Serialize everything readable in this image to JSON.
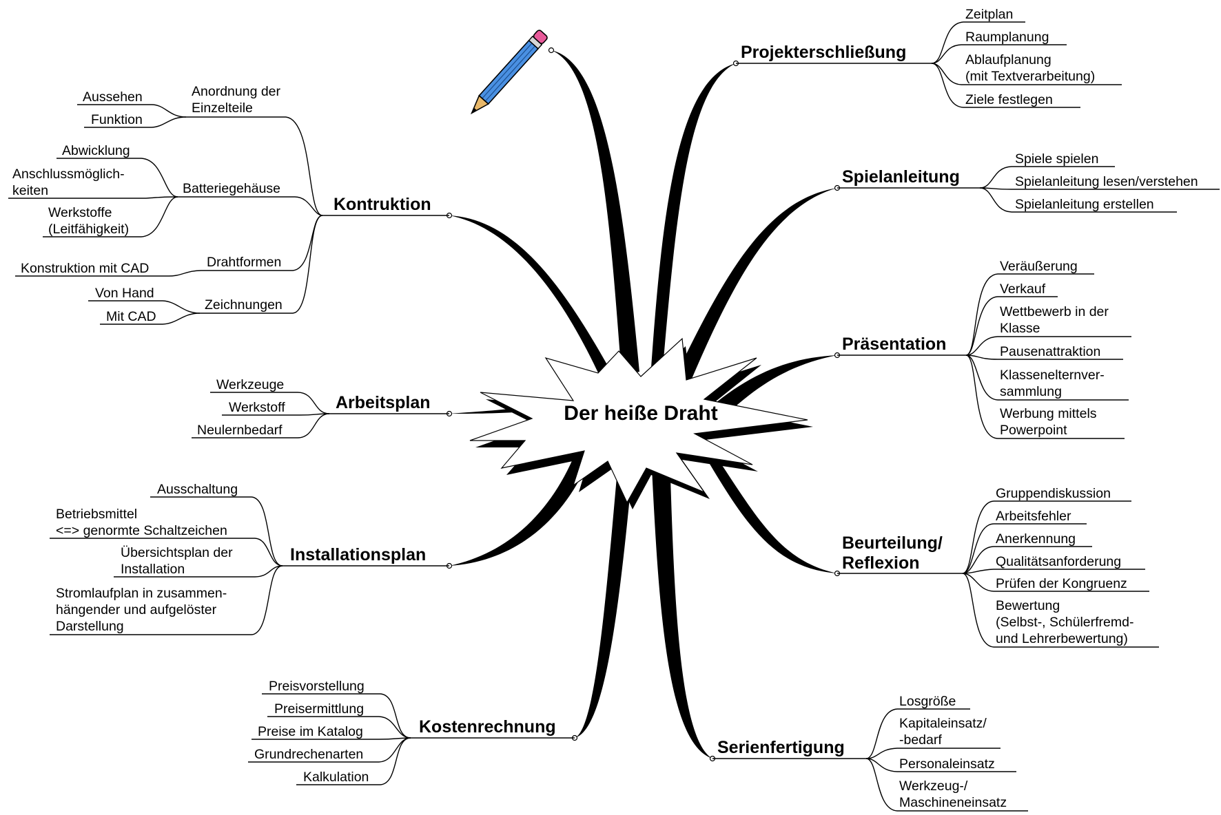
{
  "center": {
    "title": "Der heiße Draht"
  },
  "decor": {
    "icon": "pencil-icon",
    "pencil_body": "#4a90e2",
    "pencil_tip": "#e8b86a",
    "pencil_eraser": "#e85a9a"
  },
  "branches": {
    "kontruktion": {
      "label": "Kontruktion",
      "subs": {
        "anordnung": {
          "label": [
            "Anordnung der",
            "Einzelteile"
          ],
          "leaves": [
            "Aussehen",
            "Funktion"
          ]
        },
        "batterie": {
          "label": [
            "Batteriegehäuse"
          ],
          "leaves": [
            [
              "Abwicklung"
            ],
            [
              "Anschlussmöglich-",
              "keiten"
            ],
            [
              "Werkstoffe",
              "(Leitfähigkeit)"
            ]
          ]
        },
        "drahtformen": {
          "label": [
            "Drahtformen"
          ],
          "leaves": [
            "Konstruktion mit CAD"
          ]
        },
        "zeichnungen": {
          "label": [
            "Zeichnungen"
          ],
          "leaves": [
            "Von Hand",
            "Mit CAD"
          ]
        }
      }
    },
    "arbeitsplan": {
      "label": "Arbeitsplan",
      "leaves": [
        "Werkzeuge",
        "Werkstoff",
        "Neulernbedarf"
      ]
    },
    "installationsplan": {
      "label": "Installationsplan",
      "leaves": [
        [
          "Ausschaltung"
        ],
        [
          "Betriebsmittel",
          "<=> genormte Schaltzeichen"
        ],
        [
          "Übersichtsplan der",
          "Installation"
        ],
        [
          "Stromlaufplan in zusammen-",
          "hängender und aufgelöster",
          "Darstellung"
        ]
      ]
    },
    "kostenrechnung": {
      "label": "Kostenrechnung",
      "leaves": [
        "Preisvorstellung",
        "Preisermittlung",
        "Preise im Katalog",
        "Grundrechenarten",
        "Kalkulation"
      ]
    },
    "projekterschliessung": {
      "label": "Projekterschließung",
      "leaves": [
        [
          "Zeitplan"
        ],
        [
          "Raumplanung"
        ],
        [
          "Ablaufplanung",
          "(mit Textverarbeitung)"
        ],
        [
          "Ziele  festlegen"
        ]
      ]
    },
    "spielanleitung": {
      "label": "Spielanleitung",
      "leaves": [
        "Spiele spielen",
        "Spielanleitung lesen/verstehen",
        "Spielanleitung erstellen"
      ]
    },
    "praesentation": {
      "label": "Präsentation",
      "leaves": [
        [
          "Veräußerung"
        ],
        [
          "Verkauf"
        ],
        [
          "Wettbewerb in der",
          "Klasse"
        ],
        [
          "Pausenattraktion"
        ],
        [
          "Klassenelternver-",
          "sammlung"
        ],
        [
          "Werbung mittels",
          "Powerpoint"
        ]
      ]
    },
    "beurteilung": {
      "label": [
        "Beurteilung/",
        "Reflexion"
      ],
      "leaves": [
        [
          "Gruppendiskussion"
        ],
        [
          "Arbeitsfehler"
        ],
        [
          "Anerkennung"
        ],
        [
          "Qualitätsanforderung"
        ],
        [
          "Prüfen der Kongruenz"
        ],
        [
          "Bewertung",
          "(Selbst-, Schülerfremd-",
          "und Lehrerbewertung)"
        ]
      ]
    },
    "serienfertigung": {
      "label": "Serienfertigung",
      "leaves": [
        [
          "Losgröße"
        ],
        [
          "Kapitaleinsatz/",
          "-bedarf"
        ],
        [
          "Personaleinsatz"
        ],
        [
          "Werkzeug-/",
          "Maschineneinsatz"
        ]
      ]
    }
  }
}
